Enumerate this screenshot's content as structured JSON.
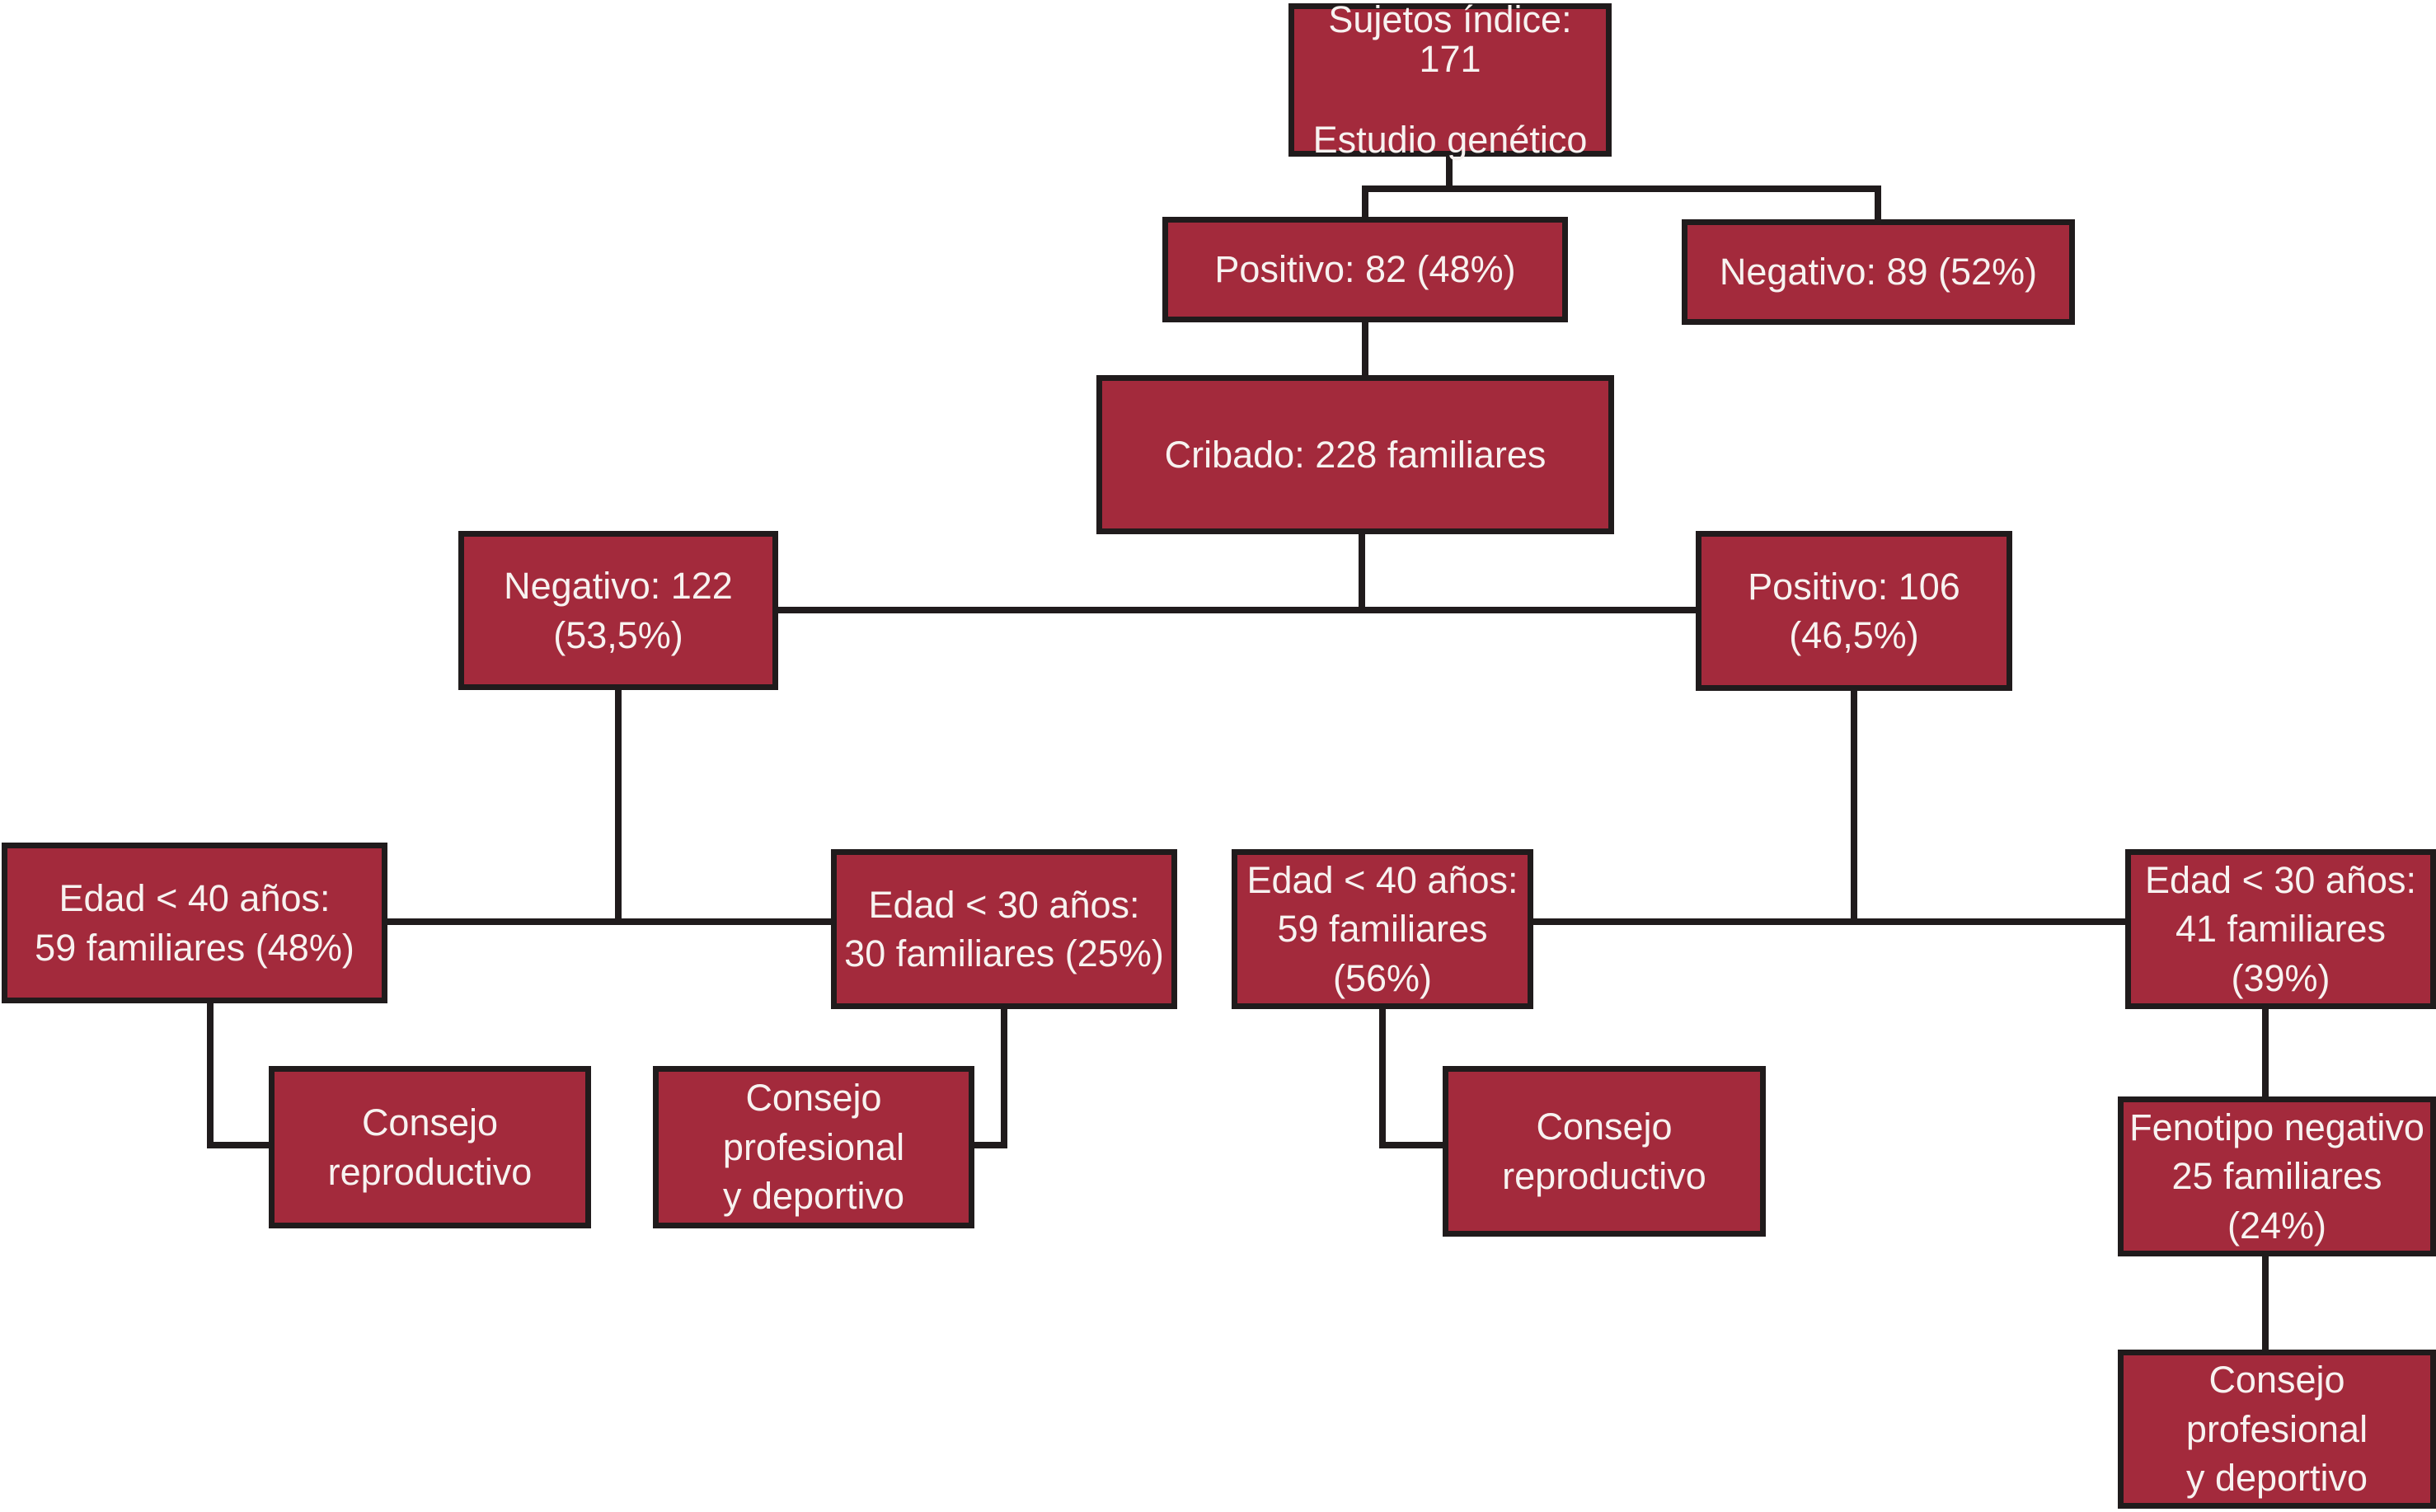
{
  "diagram_title": "Flujograma de cribado genético familiar",
  "colors": {
    "box_fill": "#A32A3C",
    "box_border": "#201B1C",
    "text_on_box": "#F7F2F0",
    "connector": "#201B1C",
    "background": "#FFFFFF"
  },
  "nodes": {
    "indice": {
      "label": "Sujetos índice:\n171\n\nEstudio genético"
    },
    "positivo_genetico": {
      "label": "Positivo: 82 (48%)"
    },
    "negativo_genetico": {
      "label": "Negativo: 89 (52%)"
    },
    "cribado": {
      "label": "Cribado: 228 familiares"
    },
    "negativo_cribado": {
      "label": "Negativo: 122\n(53,5%)"
    },
    "positivo_cribado": {
      "label": "Positivo: 106\n(46,5%)"
    },
    "edad40_neg": {
      "label": "Edad < 40 años:\n59 familiares (48%)"
    },
    "edad30_neg": {
      "label": "Edad < 30 años:\n30 familiares (25%)"
    },
    "edad40_pos": {
      "label": "Edad < 40 años:\n59 familiares (56%)"
    },
    "edad30_pos": {
      "label": "Edad < 30 años:\n41 familiares (39%)"
    },
    "consejo_repro_neg": {
      "label": "Consejo\nreproductivo"
    },
    "consejo_prof_neg": {
      "label": "Consejo\nprofesional\ny deportivo"
    },
    "consejo_repro_pos": {
      "label": "Consejo\nreproductivo"
    },
    "fenotipo_negativo": {
      "label": "Fenotipo negativo\n25 familiares (24%)"
    },
    "consejo_prof_pos": {
      "label": "Consejo\nprofesional\ny deportivo"
    }
  },
  "edges": [
    {
      "from": "indice",
      "to": "positivo_genetico"
    },
    {
      "from": "indice",
      "to": "negativo_genetico"
    },
    {
      "from": "positivo_genetico",
      "to": "cribado"
    },
    {
      "from": "cribado",
      "to": "negativo_cribado"
    },
    {
      "from": "cribado",
      "to": "positivo_cribado"
    },
    {
      "from": "negativo_cribado",
      "to": "edad40_neg"
    },
    {
      "from": "negativo_cribado",
      "to": "edad30_neg"
    },
    {
      "from": "positivo_cribado",
      "to": "edad40_pos"
    },
    {
      "from": "positivo_cribado",
      "to": "edad30_pos"
    },
    {
      "from": "edad40_neg",
      "to": "consejo_repro_neg"
    },
    {
      "from": "edad30_neg",
      "to": "consejo_prof_neg"
    },
    {
      "from": "edad40_pos",
      "to": "consejo_repro_pos"
    },
    {
      "from": "edad30_pos",
      "to": "fenotipo_negativo"
    },
    {
      "from": "fenotipo_negativo",
      "to": "consejo_prof_pos"
    }
  ]
}
